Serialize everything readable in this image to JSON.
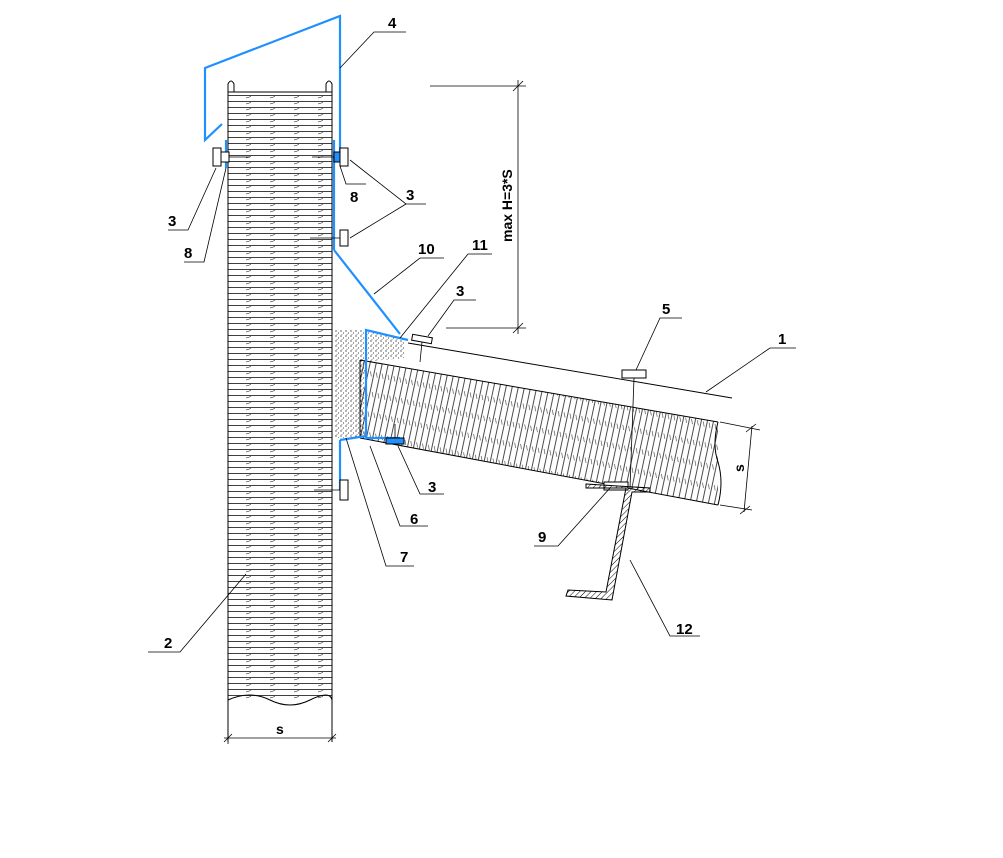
{
  "drawing": {
    "callouts": [
      {
        "id": "c4",
        "label": "4"
      },
      {
        "id": "c3a",
        "label": "3"
      },
      {
        "id": "c8a",
        "label": "8"
      },
      {
        "id": "c8b",
        "label": "8"
      },
      {
        "id": "c3b",
        "label": "3"
      },
      {
        "id": "c10",
        "label": "10"
      },
      {
        "id": "c11",
        "label": "11"
      },
      {
        "id": "c3c",
        "label": "3"
      },
      {
        "id": "c5",
        "label": "5"
      },
      {
        "id": "c1",
        "label": "1"
      },
      {
        "id": "c3d",
        "label": "3"
      },
      {
        "id": "c6",
        "label": "6"
      },
      {
        "id": "c7",
        "label": "7"
      },
      {
        "id": "c9",
        "label": "9"
      },
      {
        "id": "c12",
        "label": "12"
      },
      {
        "id": "c2",
        "label": "2"
      }
    ],
    "dimensions": {
      "max_height": "max H=3*S",
      "wall_thickness": "s",
      "roof_thickness": "s"
    },
    "colors": {
      "flashing": "#1e90ff",
      "line": "#000000"
    }
  }
}
